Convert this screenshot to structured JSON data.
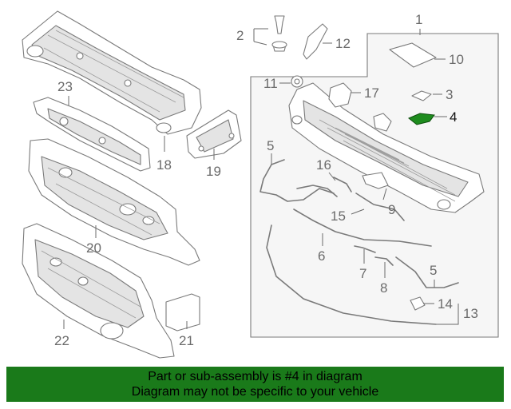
{
  "diagram": {
    "callouts": {
      "c1": "1",
      "c2": "2",
      "c3": "3",
      "c4": "4",
      "c5a": "5",
      "c5b": "5",
      "c6": "6",
      "c7": "7",
      "c8": "8",
      "c9": "9",
      "c10": "10",
      "c11": "11",
      "c12": "12",
      "c13": "13",
      "c14": "14",
      "c15": "15",
      "c16": "16",
      "c17": "17",
      "c18": "18",
      "c19": "19",
      "c20": "20",
      "c21": "21",
      "c22": "22",
      "c23": "23"
    },
    "highlight_part": "4",
    "highlight_color": "#1e8c1e"
  },
  "banner": {
    "line1": "Part or sub-assembly is #4 in diagram",
    "line2": "Diagram may not be specific to your vehicle",
    "background": "#1a7a1a"
  }
}
